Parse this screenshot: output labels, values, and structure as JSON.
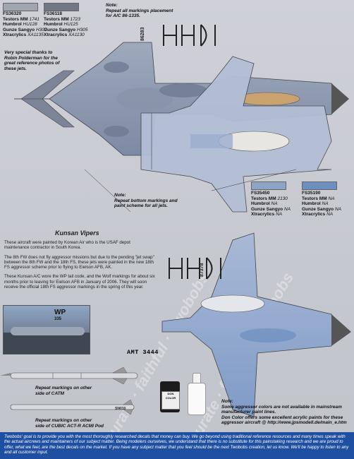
{
  "paint_top": [
    {
      "code": "FS36320",
      "testors_label": "Testors MM",
      "testors": "1741",
      "humbrol_label": "Humbrol",
      "humbrol": "HU128",
      "gunze_label": "Gunze Sangyo",
      "gunze": "H307",
      "xtra_label": "Xtracrylics",
      "xtra": "XA1135",
      "color": "#9fa6b0"
    },
    {
      "code": "FS36118",
      "testors_label": "Testors MM",
      "testors": "1723",
      "humbrol_label": "Humbrol",
      "humbrol": "HU125",
      "gunze_label": "Gunze Sangyo",
      "gunze": "H305",
      "xtra_label": "Xtracrylics",
      "xtra": "XA1130",
      "color": "#707782"
    }
  ],
  "paint_bottom": [
    {
      "code": "FS35450",
      "testors_label": "Testors MM",
      "testors": "2130",
      "humbrol_label": "Humbrol",
      "humbrol": "NA",
      "gunze_label": "Gunze Sangyo",
      "gunze": "NA",
      "xtra_label": "Xtracrylics",
      "xtra": "NA",
      "color": "#8da4c4"
    },
    {
      "code": "FS35190",
      "testors_label": "Testors MM",
      "testors": "NA",
      "humbrol_label": "Humbrol",
      "humbrol": "NA",
      "gunze_label": "Gunze Sangyo",
      "gunze": "NA",
      "xtra_label": "Xtracrylics",
      "xtra": "NA",
      "color": "#6d8fc0"
    }
  ],
  "notes": {
    "top_note": "Note:\nRepeat all markings placement\nfor A/C 86-1335.",
    "thanks": "Very special thanks to\nRobin Polderman for the\ngreat reference photos of\nthese jets.",
    "bottom_note": "Note:\nRepeat bottom markings and\npaint scheme for all jets.",
    "catm": "Repeat markings on other\nside of CATM",
    "acmi": "Repeat markings on other\nside of CUBIC ACT-R ACMI Pod",
    "aggressor": "Note:\nSome aggressor colors are not available in mainstream\nmanufacturer paint lines.\nDon Color offers some excellent acrylic paints for these\naggressor aircraft @ http://www.jpsmodell.de/main_e.htm"
  },
  "section_title": "Kunsan Vipers",
  "body_paragraphs": [
    "These aircraft were painted by Korean Air who is the USAF depot maintenance contractor in South Korea.",
    "The 8th FW does not fly aggressor missions but due to the pending \"jet swap\" between the 8th FW and the 18th FS, these jets were painted in the new 18th FS aggressor scheme prior to flying to Eielson AFB, AK.",
    "These Kunsan A/C wore the WP tail code, and the Wolf markings for about six months prior to leaving for Eielson AFB in January of 2006. They will soon receive the official 18th FS aggressor markings in the spring of this year."
  ],
  "serials": {
    "top": "86283",
    "bottom": "87378"
  },
  "photo_text": {
    "tail_code": "WP",
    "tail_num": "335"
  },
  "stencil": "AMT 3444",
  "pod_label": "SN010",
  "paint_bottle": {
    "brand": "DON COLOR"
  },
  "watermark": "accurate · faithful · Twobobs",
  "footer": "Twobobs' goal is to provide you with the most thoroughly researched decals that money can buy. We go beyond using traditional reference resources and many times speak with the actual aircrews and maintainers of our subject matter. Being modelers ourselves, we understand that there is no substitute for this painstaking research and we are proud to offer, what we feel, are the best decals on the market. If you have any subject matter that you feel should be the next Twobobs creation, let us know. We'll be happy to listen to any and all customer input."
}
